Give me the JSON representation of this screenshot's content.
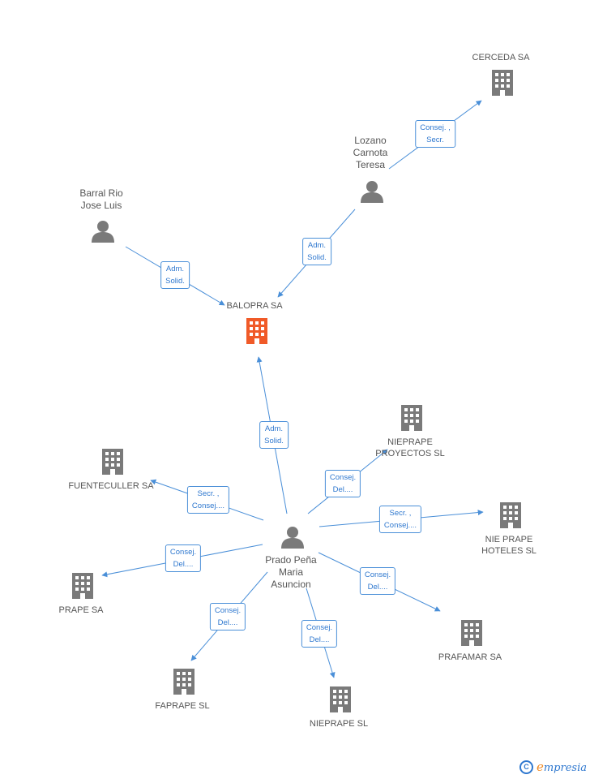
{
  "colors": {
    "edge": "#4a8fd8",
    "building": "#7a7a7a",
    "focus": "#f05a28",
    "person": "#7a7a7a",
    "text": "#555555"
  },
  "nodes": {
    "cerceda": {
      "label": "CERCEDA SA",
      "kind": "company"
    },
    "lozano": {
      "label": "Lozano\nCarnota\nTeresa",
      "kind": "person"
    },
    "barral": {
      "label": "Barral Rio\nJose Luis",
      "kind": "person"
    },
    "balopra": {
      "label": "BALOPRA SA",
      "kind": "company-focus"
    },
    "nieprape_proy": {
      "label": "NIEPRAPE\nPROYECTOS SL",
      "kind": "company"
    },
    "fuenteculler": {
      "label": "FUENTECULLER SA",
      "kind": "company"
    },
    "prado": {
      "label": "Prado Peña\nMaria\nAsuncion",
      "kind": "person"
    },
    "nie_prape_hot": {
      "label": "NIE PRAPE\nHOTELES SL",
      "kind": "company"
    },
    "prape": {
      "label": "PRAPE SA",
      "kind": "company"
    },
    "prafamar": {
      "label": "PRAFAMAR SA",
      "kind": "company"
    },
    "faprape": {
      "label": "FAPRAPE SL",
      "kind": "company"
    },
    "nieprape": {
      "label": "NIEPRAPE SL",
      "kind": "company"
    }
  },
  "edges": [
    {
      "from": "lozano",
      "to": "cerceda",
      "label": "Consej. ,\nSecr."
    },
    {
      "from": "lozano",
      "to": "balopra",
      "label": "Adm.\nSolid."
    },
    {
      "from": "barral",
      "to": "balopra",
      "label": "Adm.\nSolid."
    },
    {
      "from": "prado",
      "to": "balopra",
      "label": "Adm.\nSolid."
    },
    {
      "from": "prado",
      "to": "nieprape_proy",
      "label": "Consej.\nDel...."
    },
    {
      "from": "prado",
      "to": "fuenteculler",
      "label": "Secr. ,\nConsej...."
    },
    {
      "from": "prado",
      "to": "nie_prape_hot",
      "label": "Secr. ,\nConsej...."
    },
    {
      "from": "prado",
      "to": "prape",
      "label": "Consej.\nDel...."
    },
    {
      "from": "prado",
      "to": "prafamar",
      "label": "Consej.\nDel...."
    },
    {
      "from": "prado",
      "to": "faprape",
      "label": "Consej.\nDel...."
    },
    {
      "from": "prado",
      "to": "nieprape",
      "label": "Consej.\nDel...."
    }
  ],
  "footer": {
    "copyright_symbol": "C",
    "brand_initial": "e",
    "brand_rest": "mpresia"
  }
}
